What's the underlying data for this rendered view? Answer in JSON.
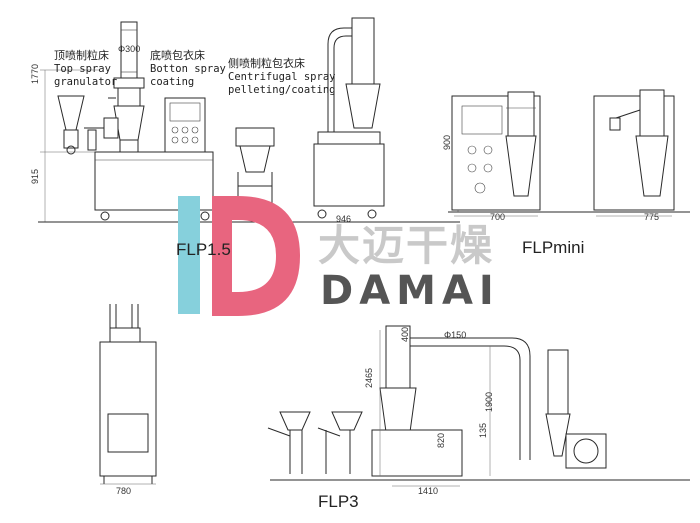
{
  "labels": {
    "top_spray_cn": "顶喷制粒床",
    "top_spray_en1": "Top spray",
    "top_spray_en2": "granulator",
    "bottom_spray_cn": "底喷包衣床",
    "bottom_spray_en1": "Botton spray",
    "bottom_spray_en2": "coating",
    "centrifugal_cn": "侧喷制粒包衣床",
    "centrifugal_en1": "Centrifugal spray",
    "centrifugal_en2": "pelleting/coating"
  },
  "models": {
    "flp15": "FLP1.5",
    "flpmini": "FLPmini",
    "flp3": "FLP3"
  },
  "brand": {
    "cn": "大迈干燥",
    "en": "DAMAI",
    "colors": {
      "pink": "#e8657f",
      "cyan": "#86d0dc"
    }
  },
  "dimensions": {
    "d300": "Φ300",
    "h1770": "1770",
    "h915": "915",
    "w946": "946",
    "h900": "900",
    "w700": "700",
    "w775": "775",
    "w780": "780",
    "h2465": "2465",
    "d400": "400",
    "d150": "Φ150",
    "h1900": "1900",
    "h820": "820",
    "h135": "135",
    "w1410": "1410"
  }
}
